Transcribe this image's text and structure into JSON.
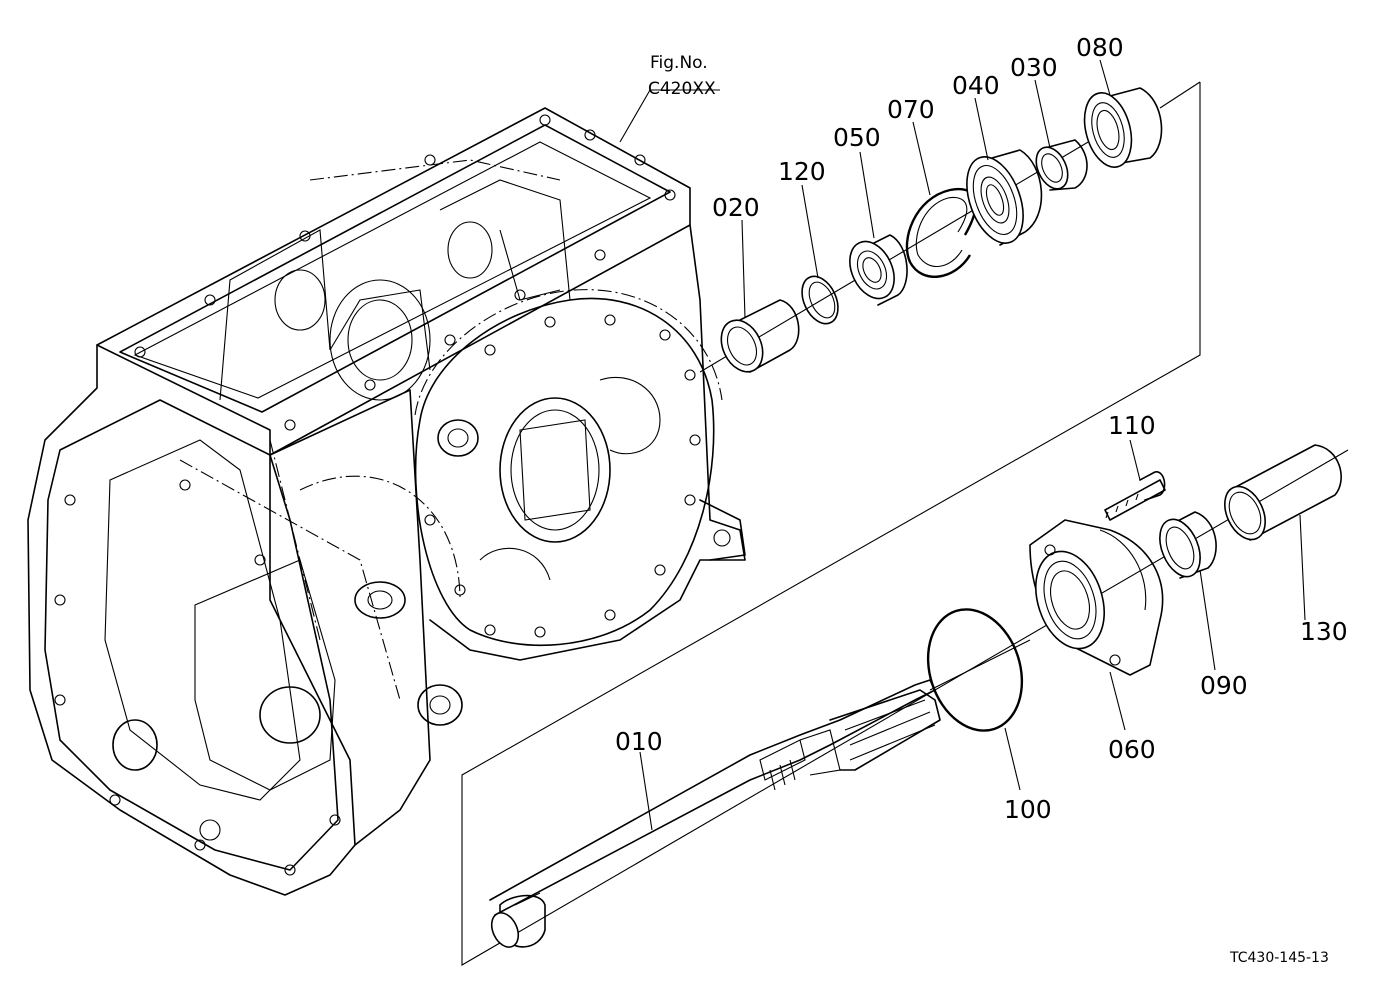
{
  "figure": {
    "fig_label": "Fig.No.",
    "fig_number": "C420XX",
    "drawing_code": "TC430-145-13"
  },
  "parts": {
    "p010": "010",
    "p020": "020",
    "p030": "030",
    "p040": "040",
    "p050": "050",
    "p060": "060",
    "p070": "070",
    "p080": "080",
    "p090": "090",
    "p100": "100",
    "p110": "110",
    "p120": "120",
    "p130": "130"
  }
}
